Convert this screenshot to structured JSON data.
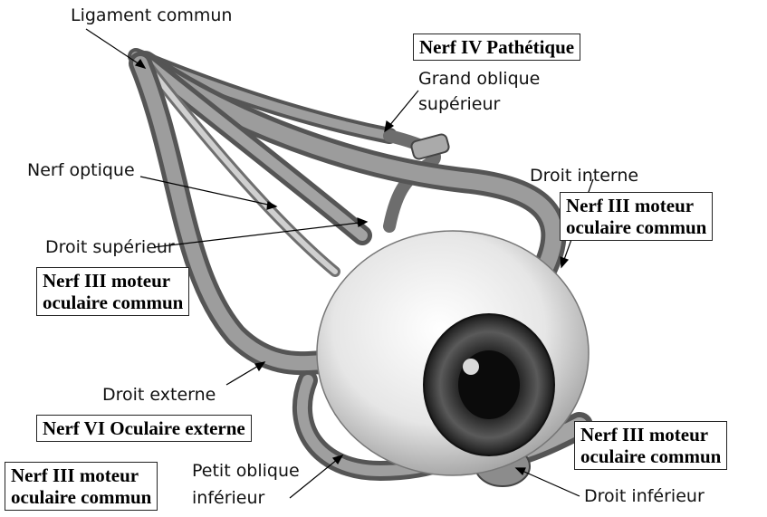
{
  "labels": {
    "ligament_commun": "Ligament commun",
    "grand_oblique_1": "Grand oblique",
    "grand_oblique_2": "supérieur",
    "nerf_optique": "Nerf optique",
    "droit_interne": "Droit interne",
    "droit_superieur": "Droit supérieur",
    "droit_externe": "Droit externe",
    "petit_oblique_1": "Petit oblique",
    "petit_oblique_2": "inférieur",
    "droit_inferieur": "Droit inférieur"
  },
  "nerve_boxes": {
    "pathetique": "Nerf IV Pathétique",
    "moteur_interne_1": "Nerf III moteur",
    "moteur_interne_2": "oculaire commun",
    "moteur_superieur_1": "Nerf III moteur",
    "moteur_superieur_2": "oculaire commun",
    "oculaire_externe": "Nerf VI Oculaire externe",
    "moteur_inferieur_1": "Nerf III moteur",
    "moteur_inferieur_2": "oculaire commun",
    "moteur_petit_oblique_1": "Nerf III moteur",
    "moteur_petit_oblique_2": "oculaire commun"
  },
  "colors": {
    "muscle": "#8a8a8a",
    "muscle_dark": "#4a4a4a",
    "eyeball": "#eeeeee",
    "iris": "#2a2a2a",
    "box_border": "#222222"
  }
}
